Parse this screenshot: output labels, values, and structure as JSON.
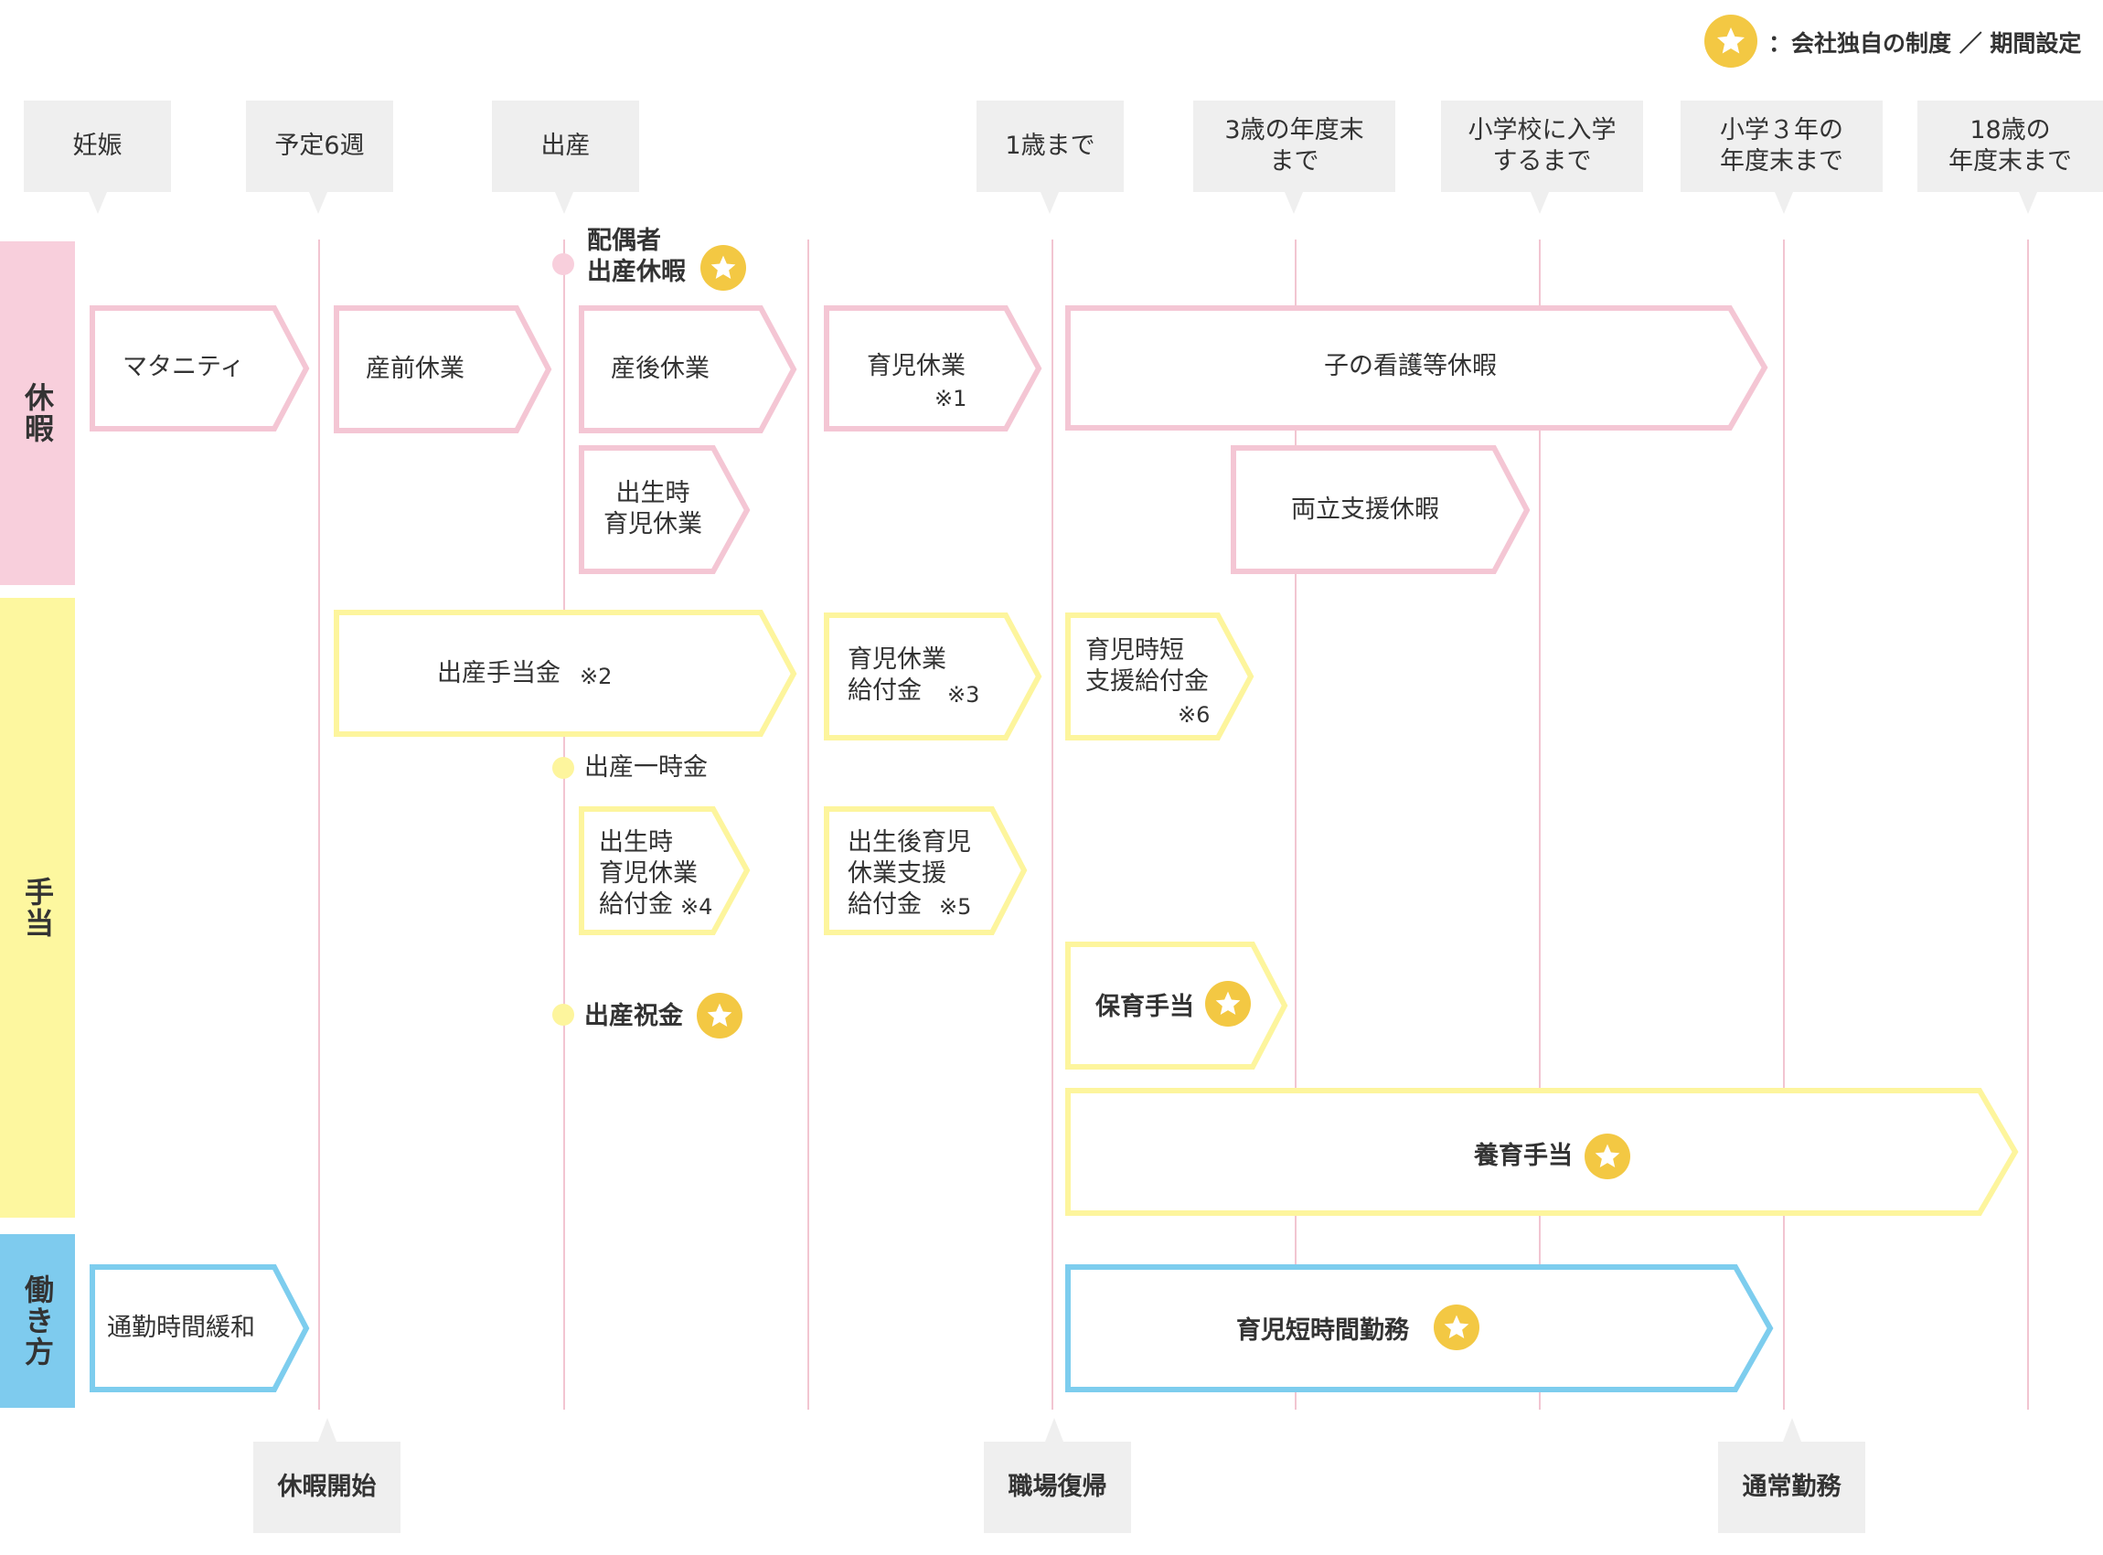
{
  "legend": {
    "text": "：会社独自の制度 ／ 期間設定"
  },
  "milestones": [
    "妊娠",
    "予定6週",
    "出産",
    "1歳まで",
    "3歳の年度末\nまで",
    "小学校に入学\nするまで",
    "小学３年の\n年度末まで",
    "18歳の\n年度末まで"
  ],
  "bottom_markers": [
    "休暇開始",
    "職場復帰",
    "通常勤務"
  ],
  "categories": [
    "休暇",
    "手当",
    "働き方"
  ],
  "leave": {
    "maternity": "マタニティ",
    "prenatal": "産前休業",
    "postnatal": "産後休業",
    "childcare": "育児休業",
    "childcare_note": "※1",
    "nursing": "子の看護等休暇",
    "birth_childcare": "出生時\n育児休業",
    "balance": "両立支援休暇",
    "spouse": "配偶者\n出産休暇"
  },
  "allowance": {
    "maternity_pay": "出産手当金",
    "maternity_pay_note": "※2",
    "childcare_benefit": "育児休業\n給付金",
    "childcare_benefit_note": "※3",
    "short_time_benefit": "育児時短\n支援給付金",
    "short_time_benefit_note": "※6",
    "lump_sum": "出産一時金",
    "birth_childcare_benefit": "出生時\n育児休業\n給付金",
    "birth_childcare_benefit_note": "※4",
    "post_birth_benefit": "出生後育児\n休業支援\n給付金",
    "post_birth_benefit_note": "※5",
    "congratulation": "出産祝金",
    "nursery": "保育手当",
    "upbringing": "養育手当"
  },
  "work": {
    "commute": "通勤時間緩和",
    "short_hours": "育児短時間勤務"
  },
  "colors": {
    "leave_border": "#f4c6d4",
    "leave_band": "#f8cfdc",
    "allowance_border": "#fdf59d",
    "allowance_band": "#fdf79f",
    "work_border": "#7dcdee",
    "work_band": "#7ecbee",
    "star": "#f3c843",
    "milestone_box": "#efefef"
  }
}
